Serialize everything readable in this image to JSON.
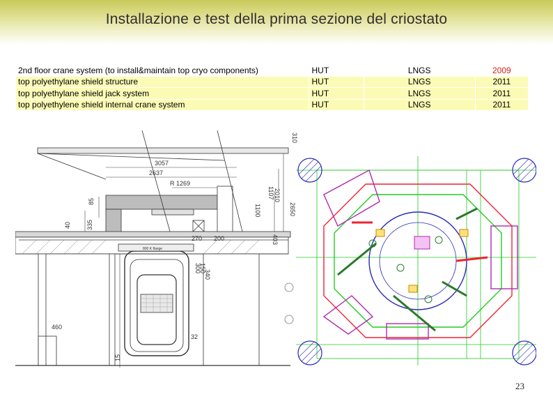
{
  "slide": {
    "title": "Installazione e test della prima sezione del criostato",
    "page_number": "23"
  },
  "schedule": {
    "rows": [
      {
        "task": "2nd floor crane system (to install&maintain top cryo components)",
        "who": "HUT",
        "site": "LNGS",
        "year": "2009",
        "year_color": "#e01c12"
      },
      {
        "task": "top polyethylane shield structure",
        "who": "HUT",
        "site": "LNGS",
        "year": "2011"
      },
      {
        "task": "top polyethylane shield jack system",
        "who": "HUT",
        "site": "LNGS",
        "year": "2011"
      },
      {
        "task": "top polyethylene shield internal crane system",
        "who": "HUT",
        "site": "LNGS",
        "year": "2011"
      }
    ]
  },
  "section_drawing": {
    "dimensions": {
      "d3057": "3057",
      "d2637": "2637",
      "r1269": "R 1269",
      "d1107": "1107",
      "d2010": "2010",
      "d2650": "2650",
      "d1100": "1100",
      "d403": "403",
      "d200": "200",
      "d270": "270",
      "d85": "85",
      "d40": "40",
      "d335": "335",
      "d460": "460",
      "d32": "32",
      "d15": "15",
      "d150": "150",
      "d300": "300",
      "d340": "340",
      "top": "310"
    },
    "flange_label": "800 K flange"
  },
  "colors": {
    "title_band": "#d3d37a",
    "table_fill": "#fbfbb6",
    "plan_green": "#22cc22",
    "plan_red": "#ee2233",
    "plan_purple": "#b02ab0",
    "plan_blue": "#2a2ab8"
  }
}
